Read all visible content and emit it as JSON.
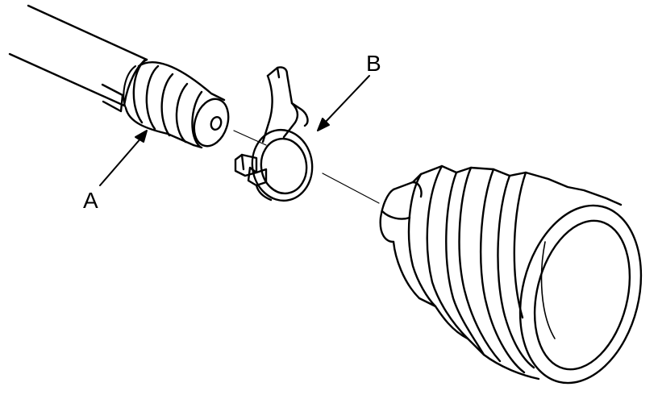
{
  "figure": {
    "description_kind": "exploded-assembly-illustration",
    "line_color": "#000000",
    "background_color": "#ffffff"
  },
  "callouts": {
    "a": {
      "label": "A"
    },
    "b": {
      "label": "B"
    }
  }
}
